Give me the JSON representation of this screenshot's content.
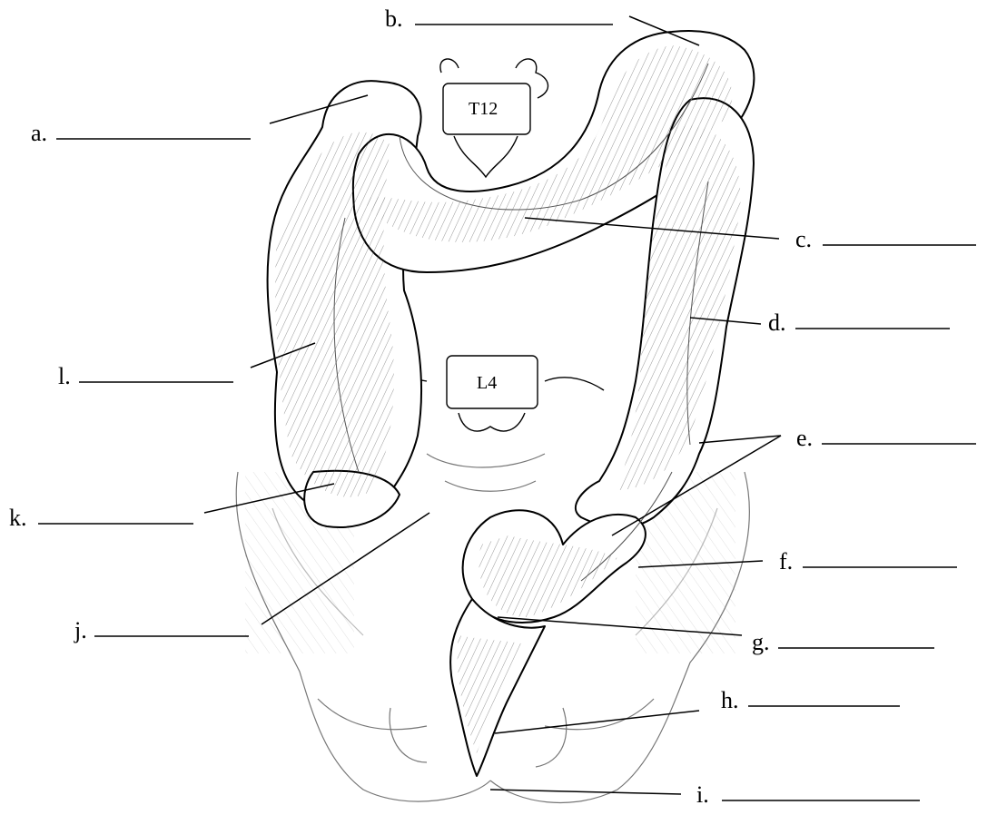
{
  "vertebrae": {
    "t12": "T12",
    "l4": "L4"
  },
  "labels": {
    "a": "a.",
    "b": "b.",
    "c": "c.",
    "d": "d.",
    "e": "e.",
    "f": "f.",
    "g": "g.",
    "h": "h.",
    "i": "i.",
    "j": "j.",
    "k": "k.",
    "l": "l."
  }
}
